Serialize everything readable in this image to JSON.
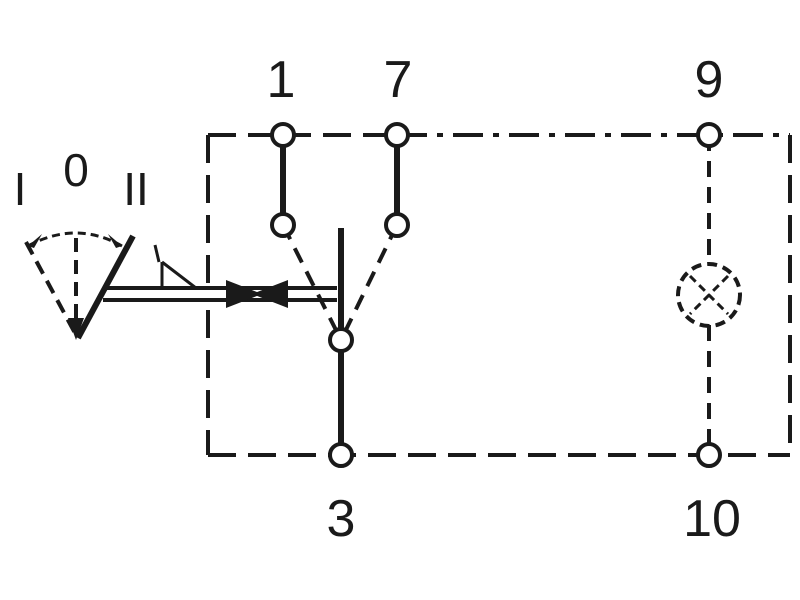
{
  "terminals": {
    "t1": "1",
    "t7": "7",
    "t9": "9",
    "t3": "3",
    "t10": "10"
  },
  "switch_positions": {
    "left": "I",
    "center": "0",
    "right": "II"
  },
  "colors": {
    "ink": "#1a1a1a",
    "background": "#ffffff"
  },
  "icons": {
    "lamp": "lamp-x-circle-icon",
    "rocker": "rocker-actuator-icon",
    "arrow": "curved-double-arrow-icon"
  }
}
